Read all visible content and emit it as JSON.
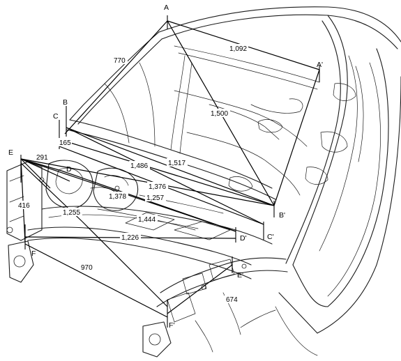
{
  "points": {
    "A": "A",
    "A_prime": "A'",
    "B": "B",
    "B_prime": "B'",
    "C": "C",
    "C_prime": "C'",
    "D": "D",
    "D_prime": "D'",
    "E": "E",
    "E_prime": "E'",
    "F": "F",
    "F_prime": "F'"
  },
  "dimensions": {
    "a_a_prime": "1,092",
    "a_c": "770",
    "a_b_prime": "1,500",
    "b_c_prime": "1,486",
    "b_b_prime": "1,517",
    "c_b_prime": "1,376",
    "b_c_prime_lower": "1,257",
    "d_d_prime_upper": "1,378",
    "e_d_prime": "1,444",
    "e_c_prime": "1,255",
    "f_d_prime": "1,226",
    "f_f_prime": "970",
    "e_prime_f_prime": "674",
    "e_d": "291",
    "b_c": "165",
    "e_f": "416"
  }
}
